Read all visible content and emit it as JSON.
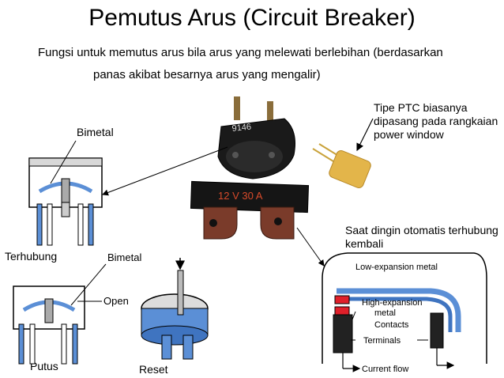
{
  "slide": {
    "title": "Pemutus Arus (Circuit Breaker)",
    "subtitle_line1": "Fungsi untuk memutus arus bila arus yang melewati berlebihan  (berdasarkan",
    "subtitle_line2": "panas akibat besarnya arus yang mengalir)"
  },
  "notes": {
    "ptc": "Tipe PTC biasanya dipasang pada rangkaian power window",
    "cold_reconnect": "Saat dingin otomatis terhubung kembali"
  },
  "left_diagram": {
    "bimetal_top": "Bimetal",
    "terhubung": "Terhubung",
    "bimetal_bottom": "Bimetal",
    "open": "Open",
    "putus": "Putus",
    "reset": "Reset"
  },
  "breakers": {
    "black_marking": "9146",
    "fuse_marking": "12 V 30 A"
  },
  "right_diagram": {
    "low_expansion": "Low-expansion metal",
    "high_expansion_1": "High-expansion",
    "high_expansion_2": "metal",
    "contacts": "Contacts",
    "terminals": "Terminals",
    "current_flow": "Current flow"
  },
  "colors": {
    "blue_metal": "#5b8fd6",
    "red_contact": "#e0202a",
    "ptc_yellow": "#e3b54a",
    "brown_terminal": "#7a3b2a"
  }
}
